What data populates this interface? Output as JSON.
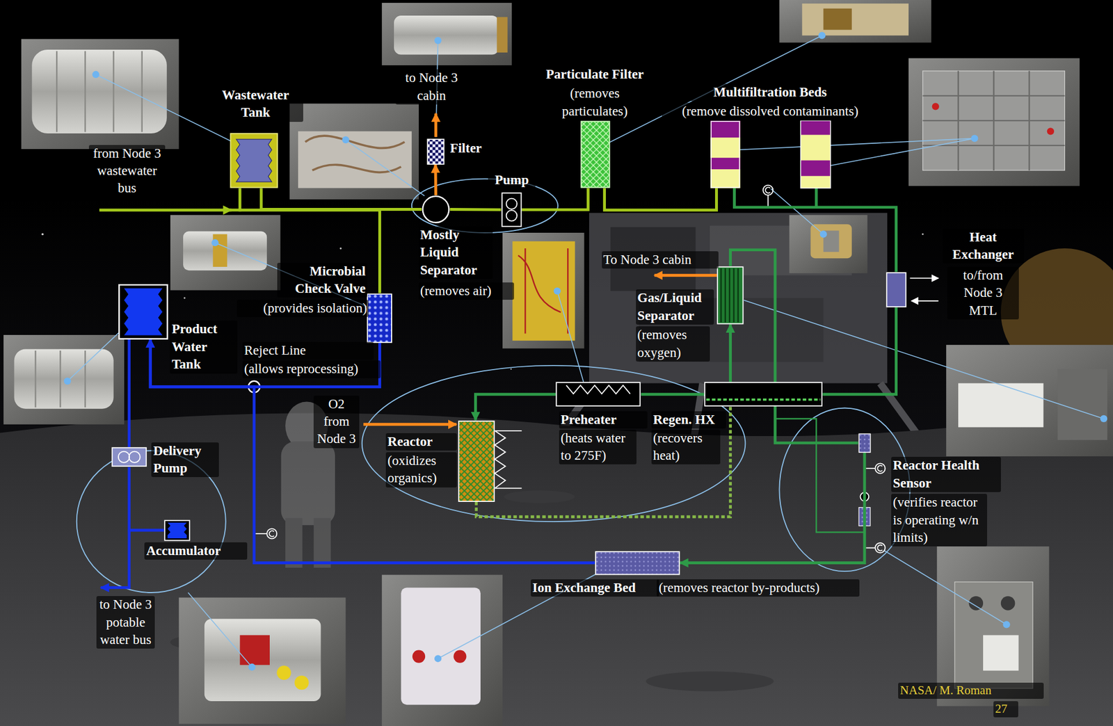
{
  "diagram": {
    "nodes": [
      {
        "text": [
          "Wastewater Tank"
        ]
      },
      {
        "text": [
          "Filter"
        ]
      },
      {
        "text": [
          "Particulate Filter",
          "(removes particulates)"
        ]
      },
      {
        "text": [
          "Multifiltration Beds",
          "(remove dissolved contaminants)"
        ]
      },
      {
        "text": [
          "Pump"
        ]
      },
      {
        "text": [
          "Mostly Liquid Separator",
          "(removes air)"
        ]
      },
      {
        "text": [
          "Microbial Check Valve",
          "(provides isolation)"
        ]
      },
      {
        "text": [
          "Heat Exchanger",
          "to/from Node 3 MTL"
        ]
      },
      {
        "text": [
          "Product Water Tank"
        ]
      },
      {
        "text": [
          "Gas/Liquid Separator",
          "(removes oxygen)"
        ]
      },
      {
        "text": [
          "Reactor",
          "(oxidizes organics)"
        ]
      },
      {
        "text": [
          "Preheater",
          "(heats water to 275F)"
        ]
      },
      {
        "text": [
          "Regen. HX",
          "(recovers heat)"
        ]
      },
      {
        "text": [
          "Reactor Health Sensor",
          "(verifies reactor is operating w/n limits)"
        ]
      },
      {
        "text": [
          "Delivery Pump"
        ]
      },
      {
        "text": [
          "Accumulator"
        ]
      },
      {
        "text": [
          "Ion Exchange Bed",
          "(removes reactor by-products)"
        ]
      }
    ],
    "edges": [
      {
        "from": 0,
        "to": 5,
        "arrow": "none"
      },
      {
        "from": 5,
        "to": 1,
        "arrow": "to"
      },
      {
        "from": 5,
        "to": 4,
        "arrow": "none"
      },
      {
        "from": 4,
        "to": 2,
        "arrow": "none"
      },
      {
        "from": 2,
        "to": 3,
        "arrow": "none"
      },
      {
        "from": 0,
        "to": 6,
        "arrow": "none"
      },
      {
        "from": 6,
        "to": 8,
        "arrow": "to"
      },
      {
        "from": 3,
        "to": 7,
        "arrow": "none"
      },
      {
        "from": 7,
        "to": 12,
        "arrow": "none"
      },
      {
        "from": 12,
        "to": 11,
        "arrow": "none"
      },
      {
        "from": 11,
        "to": 10,
        "arrow": "to"
      },
      {
        "from": 10,
        "to": 12,
        "arrow": "none"
      },
      {
        "from": 12,
        "to": 9,
        "arrow": "to"
      },
      {
        "from": 9,
        "to": 13,
        "arrow": "none"
      },
      {
        "from": 13,
        "to": 16,
        "arrow": "to"
      },
      {
        "from": 16,
        "to": 8,
        "arrow": "to"
      },
      {
        "from": 8,
        "to": 14,
        "arrow": "none"
      },
      {
        "from": 14,
        "to": 15,
        "arrow": "none"
      }
    ],
    "labels": [
      "from Node 3 wastewater bus",
      "to Node 3 cabin",
      "Reject Line",
      "(allows reprocessing)",
      "O2 from Node 3",
      "To Node 3 cabin",
      "to Node 3 potable water bus",
      "NASA/ M. Roman",
      "27"
    ]
  }
}
